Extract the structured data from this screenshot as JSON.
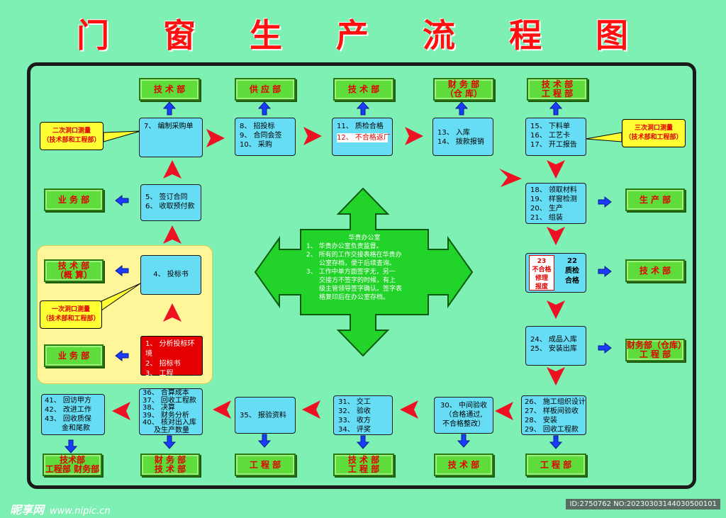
{
  "title": "门 窗 生 产 流 程 图",
  "depts": {
    "d1": "技 术 部",
    "d2": "供 应 部",
    "d3": "技 术 部",
    "d4a": "财 务 部",
    "d4b": "（仓 库）",
    "d5a": "技 术 部",
    "d5b": "工 程 部",
    "d_ye1": "业 务 部",
    "d_tech_a": "技 术 部",
    "d_tech_b": "（概 算）",
    "d_ye2": "业 务 部",
    "d_prod": "生 产 部",
    "d_tech2": "技 术 部",
    "d_fin_a": "财务部（仓库）",
    "d_fin_b": "工 程 部",
    "b1a": "技术部",
    "b1b": "工程部 财务部",
    "b2a": "财 务 部",
    "b2b": "技 术 部",
    "b3": "工 程 部",
    "b4a": "技 术 部",
    "b4b": "工 程 部",
    "b5": "技 术 部",
    "b6": "工 程 部"
  },
  "steps": {
    "s7": [
      "7、 编制采购单"
    ],
    "s8": [
      "8、 招投标",
      "9、 合同会签",
      "10、 采购"
    ],
    "s11a": "11、 质检合格",
    "s11b": "12、 不合格返厂",
    "s13": [
      "13、 入库",
      "14、 拨款报销"
    ],
    "s15": [
      "15、 下料单",
      "16、 工艺卡",
      "17、 开工报告"
    ],
    "s5": [
      "5、 签订合同",
      "6、 收取预付款"
    ],
    "s18": [
      "18、 领取材料",
      "19、 样窗检测",
      "20、 生产",
      "21、 组装"
    ],
    "s4": [
      "4、 投标书"
    ],
    "s24": [
      "24、 成品入库",
      "25、 安装出库"
    ],
    "s26": [
      "26、 施工组织设计",
      "27、 样板间验收",
      "28、 安装",
      "29、 回收工程款"
    ],
    "s30": [
      "30、 中间验收",
      "（合格通过,",
      "不合格整改）"
    ],
    "s31": [
      "31、 交工",
      "32、 验收",
      "33、 收方",
      "34、 评奖"
    ],
    "s35": [
      "35、 报验资料"
    ],
    "s36": [
      "36、 合算成本",
      "37、 回收工程款",
      "38、 决算",
      "39、 财务分析",
      "40、 核对出入库",
      "及生产数量"
    ],
    "s41": [
      "41、 回访甲方",
      "42、 改进工作",
      "43、 回收质保",
      "金和尾款"
    ],
    "red": [
      "1、 分析投标环境",
      "2、 招标书",
      "3、 工程"
    ],
    "q22_box": [
      "23",
      "不合格",
      "修理",
      "报废"
    ],
    "q22_right": [
      "22",
      "质检",
      "合格"
    ]
  },
  "notes": {
    "n2a": "二次洞口测量",
    "n2b": "（技术部和工程部）",
    "n3a": "三次洞口测量",
    "n3b": "（技术部和工程部）",
    "n1a": "一次洞口测量",
    "n1b": "（技术部和工程部）"
  },
  "center": {
    "heading": "华贵办公室",
    "lines": [
      "1、 华贵办公室负责监督。",
      "2、 所有的工作交接表格在华贵办",
      "　　公室存档，便于后续查询。",
      "3、 工作中单方面签字无，另一",
      "　　交接方不签字的时候，有上",
      "　　级主管领导签字确认。签字表",
      "　　格复印后在办公室存档。"
    ]
  },
  "watermark": {
    "logo": "昵享网",
    "url": "www.nipic.cn",
    "id": "ID:2750762 NO:20230303144030500101"
  },
  "colors": {
    "arrow_red": "#ee1122",
    "arrow_blue": "#1a3cff",
    "dept_green": "#5edc3c",
    "step_cyan": "#66dcf5",
    "center_green": "#22d42a"
  }
}
